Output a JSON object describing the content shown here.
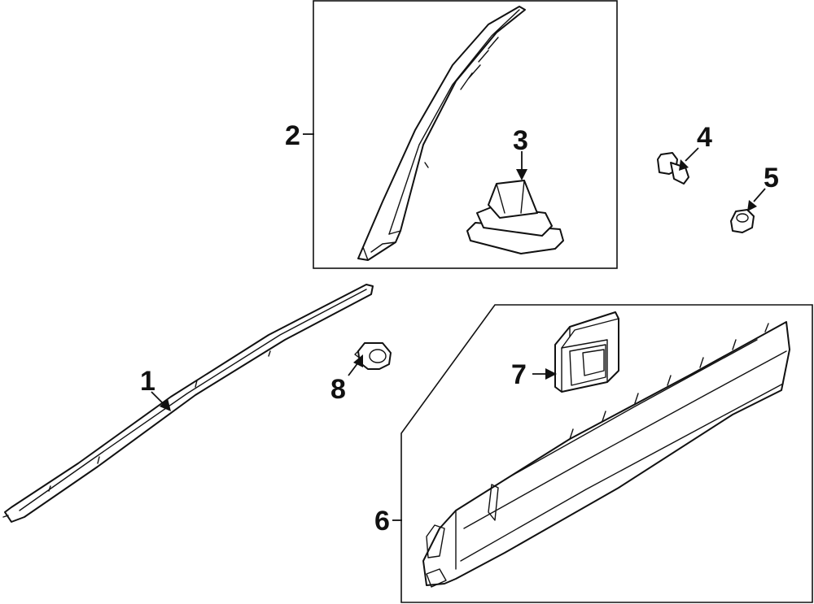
{
  "diagram": {
    "callouts": [
      {
        "id": "1",
        "label": "1"
      },
      {
        "id": "2",
        "label": "2"
      },
      {
        "id": "3",
        "label": "3"
      },
      {
        "id": "4",
        "label": "4"
      },
      {
        "id": "5",
        "label": "5"
      },
      {
        "id": "6",
        "label": "6"
      },
      {
        "id": "7",
        "label": "7"
      },
      {
        "id": "8",
        "label": "8"
      }
    ],
    "stroke_color": "#111111",
    "background_color": "#ffffff"
  }
}
